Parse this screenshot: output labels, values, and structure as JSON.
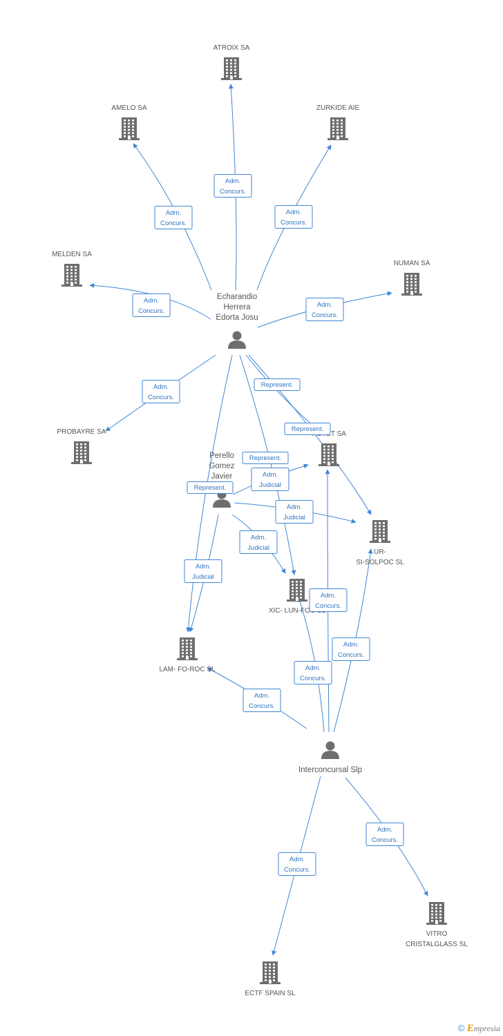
{
  "diagram": {
    "companies": [
      {
        "id": "atroix",
        "lines": [
          "ATROIX SA"
        ]
      },
      {
        "id": "amelo",
        "lines": [
          "AMELO SA"
        ]
      },
      {
        "id": "zurkide",
        "lines": [
          "ZURKIDE AIE"
        ]
      },
      {
        "id": "melden",
        "lines": [
          "MELDEN SA"
        ]
      },
      {
        "id": "numan",
        "lines": [
          "NUMAN SA"
        ]
      },
      {
        "id": "probayre",
        "lines": [
          "PROBAYRE SA"
        ]
      },
      {
        "id": "rotet",
        "lines": [
          "ROTET SA"
        ]
      },
      {
        "id": "ursi",
        "lines": [
          "UR-",
          "SI-SOLPOC SL"
        ]
      },
      {
        "id": "xic",
        "lines": [
          "XIC- LUN-FOC SL"
        ]
      },
      {
        "id": "lam",
        "lines": [
          "LAM- FO-ROC SL"
        ]
      },
      {
        "id": "vitro",
        "lines": [
          "VITRO",
          "CRISTALGLASS SL"
        ]
      },
      {
        "id": "ectf",
        "lines": [
          "ECTF SPAIN SL"
        ]
      }
    ],
    "persons": [
      {
        "id": "echarandio",
        "lines": [
          "Echarandio",
          "Herrera",
          "Edorta Josu"
        ]
      },
      {
        "id": "perello",
        "lines": [
          "Perello",
          "Gomez",
          "Javier"
        ]
      },
      {
        "id": "interconcursal",
        "lines": [
          "Interconcursal Slp"
        ]
      }
    ],
    "edges": [
      {
        "from": "echarandio",
        "to": "atroix",
        "label": [
          "Adm.",
          "Concurs."
        ]
      },
      {
        "from": "echarandio",
        "to": "amelo",
        "label": [
          "Adm.",
          "Concurs."
        ]
      },
      {
        "from": "echarandio",
        "to": "zurkide",
        "label": [
          "Adm.",
          "Concurs."
        ]
      },
      {
        "from": "echarandio",
        "to": "melden",
        "label": [
          "Adm.",
          "Concurs."
        ]
      },
      {
        "from": "echarandio",
        "to": "numan",
        "label": [
          "Adm.",
          "Concurs."
        ]
      },
      {
        "from": "echarandio",
        "to": "probayre",
        "label": [
          "Adm.",
          "Concurs."
        ]
      },
      {
        "from": "echarandio",
        "to": "rotet",
        "label": [
          "Represent."
        ]
      },
      {
        "from": "echarandio",
        "to": "ursi",
        "label": [
          "Represent."
        ]
      },
      {
        "from": "echarandio",
        "to": "xic",
        "label": [
          "Represent."
        ]
      },
      {
        "from": "echarandio",
        "to": "lam",
        "label": [
          "Represent."
        ]
      },
      {
        "from": "perello",
        "to": "rotet",
        "label": [
          "Adm.",
          "Judicial"
        ]
      },
      {
        "from": "perello",
        "to": "ursi",
        "label": [
          "Adm.",
          "Judicial"
        ]
      },
      {
        "from": "perello",
        "to": "xic",
        "label": [
          "Adm.",
          "Judicial"
        ]
      },
      {
        "from": "perello",
        "to": "lam",
        "label": [
          "Adm.",
          "Judicial"
        ]
      },
      {
        "from": "interconcursal",
        "to": "rotet",
        "label": [
          "Adm.",
          "Concurs."
        ]
      },
      {
        "from": "interconcursal",
        "to": "ursi",
        "label": [
          "Adm.",
          "Concurs."
        ]
      },
      {
        "from": "interconcursal",
        "to": "xic",
        "label": [
          "Adm.",
          "Concurs."
        ]
      },
      {
        "from": "interconcursal",
        "to": "lam",
        "label": [
          "Adm.",
          "Concurs."
        ]
      },
      {
        "from": "interconcursal",
        "to": "vitro",
        "label": [
          "Adm.",
          "Concurs."
        ]
      },
      {
        "from": "interconcursal",
        "to": "ectf",
        "label": [
          "Adm.",
          "Concurs."
        ]
      }
    ]
  },
  "colors": {
    "edge": "#3f86d6",
    "icon": "#6e6e6e",
    "label": "#555555",
    "brand_accent": "#f29400"
  },
  "icons": {
    "company": "building-icon",
    "person": "person-icon"
  },
  "brand": {
    "copyright": "©",
    "initial": "E",
    "rest": "mpresia"
  }
}
